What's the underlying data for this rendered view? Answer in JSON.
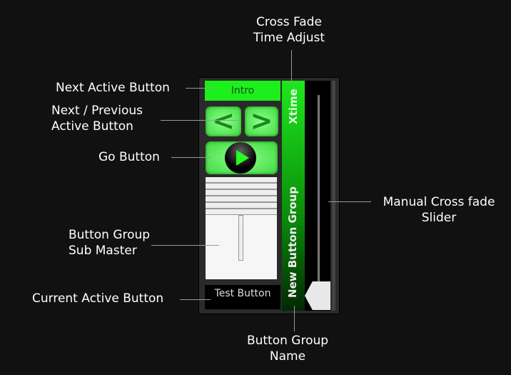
{
  "panel": {
    "intro_label": "Intro",
    "prev_label": "<",
    "next_label": ">",
    "current_button": "Test Button",
    "group_name": "New Button Group",
    "xtime_label": "Xtime"
  },
  "annotations": {
    "crossfade_time": [
      "Cross Fade",
      "Time Adjust"
    ],
    "next_active": "Next Active Button",
    "next_prev": [
      "Next / Previous",
      "Active Button"
    ],
    "go": "Go Button",
    "submaster": [
      "Button Group",
      "Sub Master"
    ],
    "current_active": "Current Active Button",
    "manual_slider": [
      "Manual Cross fade",
      "Slider"
    ],
    "group_name": [
      "Button Group",
      "Name"
    ]
  },
  "colors": {
    "green": "#1cf01c",
    "background": "#111111"
  }
}
